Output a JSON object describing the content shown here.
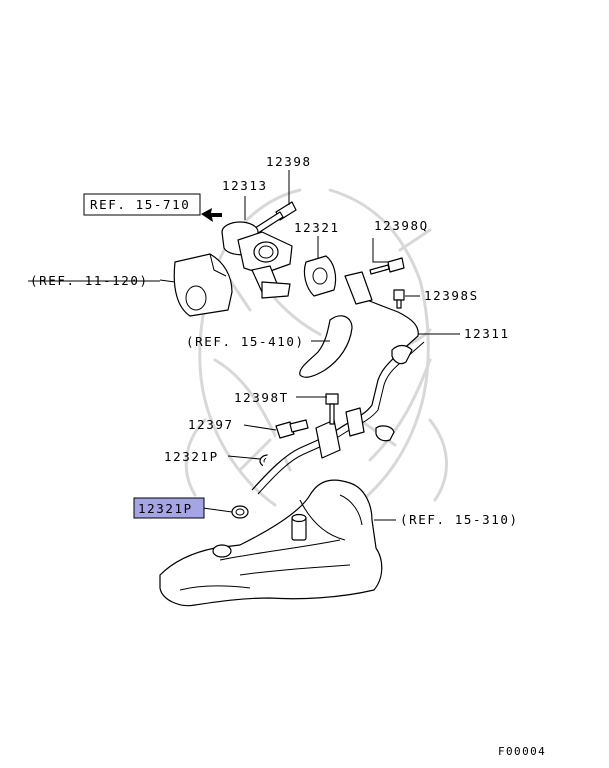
{
  "diagram": {
    "figure_code": "F00004",
    "highlight_color": "#a5a5e6",
    "part_labels": {
      "p12398": "12398",
      "p12313": "12313",
      "p12321": "12321",
      "p12398Q": "12398Q",
      "p12398S": "12398S",
      "p12311": "12311",
      "p12398T": "12398T",
      "p12397": "12397",
      "p12321P_upper": "12321P",
      "p12321P_selected": "12321P"
    },
    "references": {
      "ref_15_710": "REF. 15-710",
      "ref_11_120": "(REF. 11-120)",
      "ref_15_410": "(REF. 15-410)",
      "ref_15_310": "(REF. 15-310)"
    }
  }
}
